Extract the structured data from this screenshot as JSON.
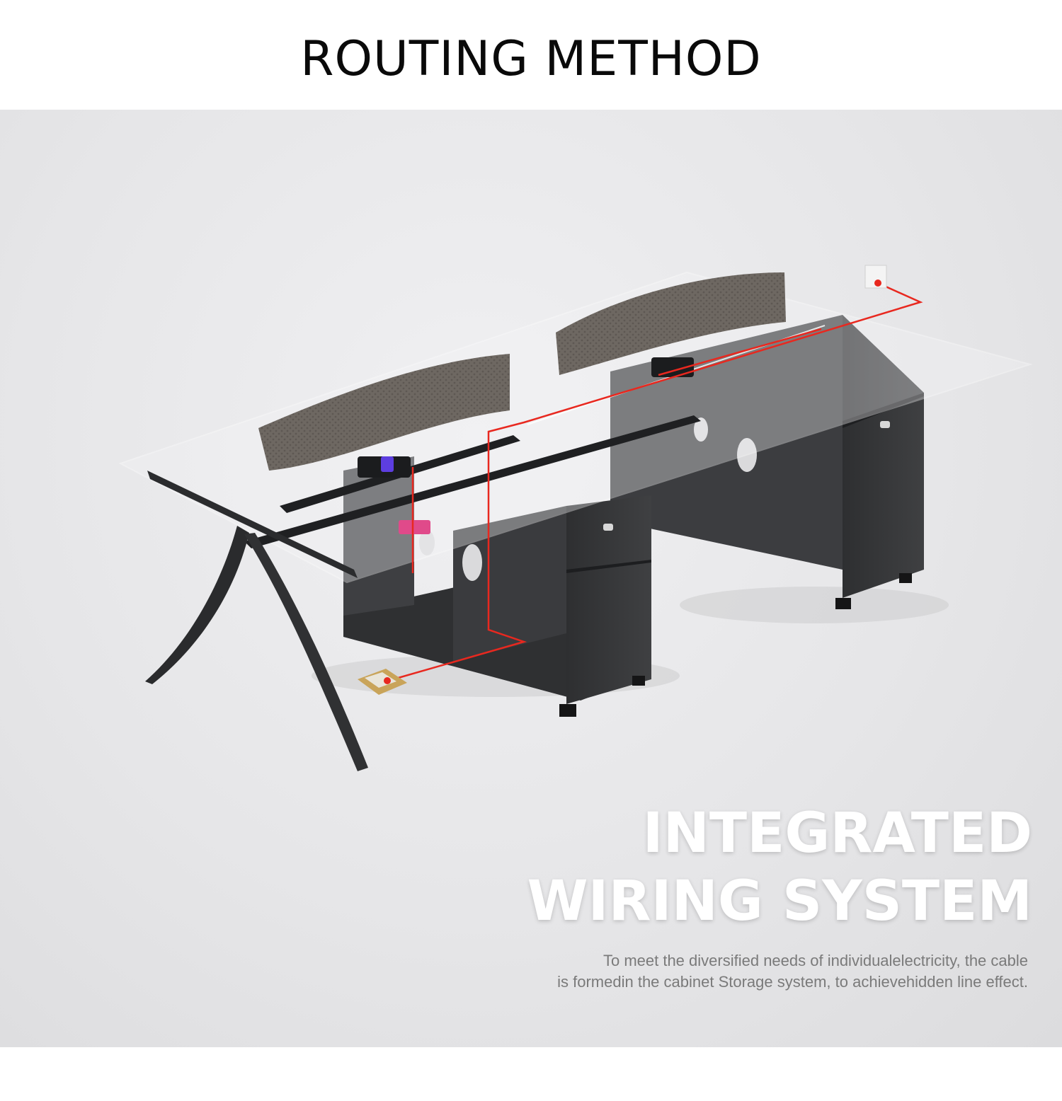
{
  "header": {
    "title": "ROUTING METHOD"
  },
  "feature": {
    "headline_line1": "INTEGRATED",
    "headline_line2": "WIRING SYSTEM",
    "description_line1": "To meet the diversified needs of individualelectricity, the cable",
    "description_line2": "is formedin the cabinet Storage system, to achievehidden line effect."
  },
  "colors": {
    "background": "#e6e6e8",
    "cable": "#e8281f",
    "cabinet": "#3a3b3d",
    "panel": "#6b6560",
    "headline": "#ffffff",
    "description": "#7a7a7a"
  }
}
